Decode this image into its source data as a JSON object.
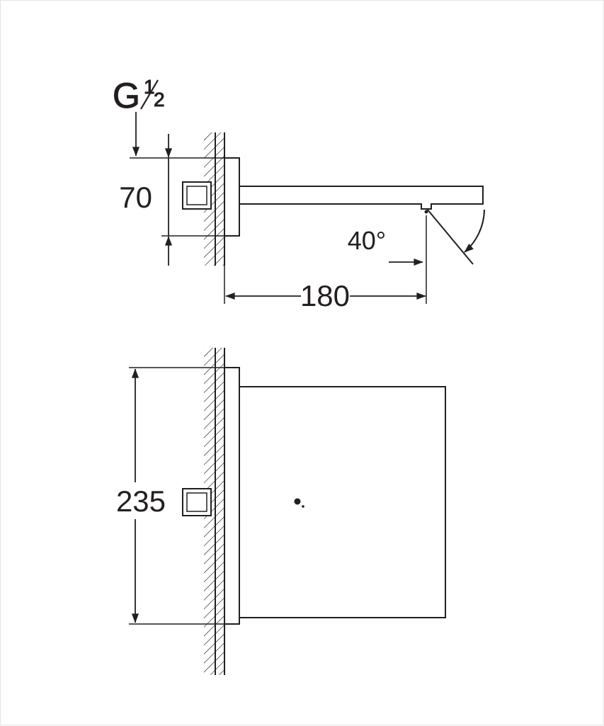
{
  "colors": {
    "line": "#231f20",
    "background": "#ffffff"
  },
  "side_view": {
    "thread_label_prefix": "G",
    "thread_label_numerator": "1",
    "thread_label_denominator": "2",
    "plate_height_mm": "70",
    "stream_angle": "40°",
    "projection_mm": "180"
  },
  "plan_view": {
    "overall_height_mm": "235"
  }
}
